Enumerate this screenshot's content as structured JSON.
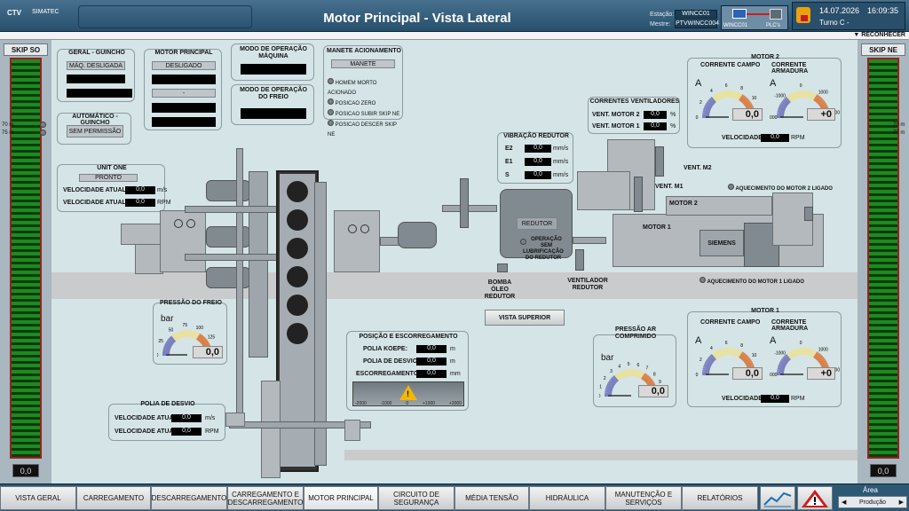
{
  "header": {
    "logo": "CTV",
    "brand": "SIMATEC",
    "title": "Motor Principal - Vista Lateral",
    "estacao_label": "Estação:",
    "estacao_value": "WINCC01",
    "mestre_label": "Mestre:",
    "mestre_value": "PTVWINCC004",
    "net_label_1": "WINCC01",
    "net_label_2": "PLC's",
    "date": "14.07.2026",
    "time": "16:09:35",
    "turno": "Turno  C  -",
    "reconhecer": "RECONHECER"
  },
  "left": {
    "skip": "SKIP SO",
    "m70": "70 m",
    "m75": "75 m",
    "value": "0,0"
  },
  "right": {
    "skip": "SKIP NE",
    "m70": "70 m",
    "m75": "75 m",
    "value": "0,0"
  },
  "geral": {
    "title": "GERAL - GUINCHO",
    "btn": "MÁQ. DESLIGADA"
  },
  "auto": {
    "title": "AUTOMÁTICO - GUINCHO",
    "btn": "SEM PERMISSÃO"
  },
  "motor": {
    "title": "MOTOR PRINCIPAL",
    "btn": "DESLIGADO",
    "btn2": "-"
  },
  "modo_maq": {
    "title": "MODO DE OPERAÇÃO MÁQUINA"
  },
  "modo_freio": {
    "title": "MODO DE OPERAÇÃO DO FREIO"
  },
  "manete": {
    "title": "MANETE ACIONAMENTO",
    "btn": "MANETE",
    "items": [
      "HOMEM MORTO ACIONADO",
      "POSICAO ZERO",
      "POSICAO SUBIR SKIP NE",
      "POSICAO DESCER SKIP NE"
    ]
  },
  "unit": {
    "title": "UNIT ONE",
    "status": "PRONTO",
    "vel_label": "VELOCIDADE ATUAL",
    "vel_value": "0,0",
    "vel_unit": "m/s",
    "rpm_label": "VELOCIDADE ATUAL",
    "rpm_value": "0,0",
    "rpm_unit": "RPM"
  },
  "vib": {
    "title": "VIBRAÇÃO REDUTOR",
    "rows": [
      {
        "label": "E2",
        "value": "0,0",
        "unit": "mm/s"
      },
      {
        "label": "E1",
        "value": "0,0",
        "unit": "mm/s"
      },
      {
        "label": "S",
        "value": "0,0",
        "unit": "mm/s"
      }
    ]
  },
  "vent": {
    "title": "CORRENTES VENTILADORES",
    "rows": [
      {
        "label": "VENT. MOTOR 2",
        "value": "0,0",
        "unit": "%"
      },
      {
        "label": "VENT. MOTOR 1",
        "value": "0,0",
        "unit": "%"
      }
    ]
  },
  "motor2": {
    "title": "MOTOR 2",
    "campo": "CORRENTE CAMPO",
    "armadura": "CORRENTE ARMADURA",
    "a1": "A",
    "a2": "A",
    "campo_val": "0,0",
    "arm_val": "+0",
    "vel_label": "VELOCIDADE",
    "vel_value": "0,0",
    "vel_unit": "RPM",
    "campo_ticks": [
      "0",
      "2",
      "4",
      "6",
      "8",
      "10",
      "12"
    ],
    "arm_ticks": [
      "-2000",
      "-1000",
      "0",
      "1000",
      "2000"
    ]
  },
  "motor1": {
    "title": "MOTOR 1",
    "campo": "CORRENTE CAMPO",
    "armadura": "CORRENTE ARMADURA",
    "a1": "A",
    "a2": "A",
    "campo_val": "0,0",
    "arm_val": "+0",
    "vel_label": "VELOCIDADE",
    "vel_value": "0,0",
    "vel_unit": "RPM",
    "campo_ticks": [
      "0",
      "2",
      "4",
      "6",
      "8",
      "10",
      "12"
    ],
    "arm_ticks": [
      "-2000",
      "-1000",
      "0",
      "1000",
      "2000"
    ]
  },
  "machine": {
    "vent_m2": "VENT. M2",
    "vent_m1": "VENT. M1",
    "aquec2": "AQUECIMENTO DO MOTOR 2 LIGADO",
    "aquec1": "AQUECIMENTO DO MOTOR 1 LIGADO",
    "motor2": "MOTOR 2",
    "motor1": "MOTOR 1",
    "siemens": "SIEMENS",
    "redutor": "REDUTOR",
    "lubri": "OPERAÇÃO SEM LUBRIFICAÇÃO DO REDUTOR",
    "bomba": "BOMBA ÓLEO REDUTOR",
    "ventilador": "VENTILADOR REDUTOR"
  },
  "vista_btn": "VISTA SUPERIOR",
  "freio": {
    "title": "PRESSÃO DO FREIO",
    "unit": "bar",
    "value": "0,0",
    "ticks": [
      "0",
      "25",
      "50",
      "75",
      "100",
      "125",
      "150"
    ]
  },
  "ar": {
    "title": "PRESSÃO AR COMPRIMIDO",
    "unit": "bar",
    "value": "0,0",
    "ticks": [
      "0",
      "1",
      "2",
      "3",
      "4",
      "5",
      "6",
      "7",
      "8",
      "9",
      "10"
    ]
  },
  "pos": {
    "title": "POSIÇÃO E ESCORREGAMENTO",
    "rows": [
      {
        "label": "POLIA KOEPE:",
        "value": "0,0",
        "unit": "m"
      },
      {
        "label": "POLIA DE DESVIO:",
        "value": "0,0",
        "unit": "m"
      },
      {
        "label": "ESCORREGAMENTO:",
        "value": "0,0",
        "unit": "mm"
      }
    ],
    "scale": [
      "-2000",
      "-1000",
      "0",
      "+1000",
      "+2000"
    ]
  },
  "desvio": {
    "title": "POLIA DE DESVIO",
    "vel_label": "VELOCIDADE ATUAL",
    "vel_value": "0,0",
    "vel_unit": "m/s",
    "rpm_label": "VELOCIDADE ATUAL",
    "rpm_value": "0,0",
    "rpm_unit": "RPM"
  },
  "nav": {
    "items": [
      "VISTA GERAL",
      "CARREGAMENTO",
      "DESCARREGAMENTO",
      "CARREGAMENTO E DESCARREGAMENTO",
      "MOTOR PRINCIPAL",
      "CIRCUITO DE SEGURANÇA",
      "MÉDIA TENSÃO",
      "HIDRÁULICA",
      "MANUTENÇÃO E SERVIÇOS",
      "RELATÓRIOS"
    ],
    "area_label": "Área",
    "area_value": "Produção"
  }
}
